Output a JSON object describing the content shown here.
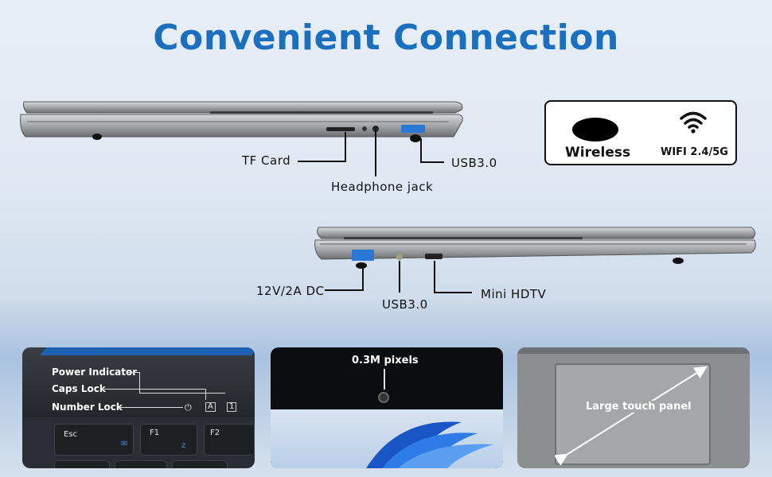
{
  "title": "Convenient Connection",
  "top_view": {
    "tf_card": "TF Card",
    "headphone": "Headphone jack",
    "usb": "USB3.0"
  },
  "bottom_view": {
    "dc": "12V/2A DC",
    "usb": "USB3.0",
    "hdtv": "Mini HDTV"
  },
  "wireless": {
    "label": "Wireless",
    "wifi": "WIFI 2.4/5G",
    "icon": "wifi-icon"
  },
  "keyboard_panel": {
    "power": "Power Indicator",
    "caps": "Caps Lock",
    "num": "Number Lock",
    "keys": [
      "Esc",
      "F1",
      "F2"
    ]
  },
  "camera_panel": {
    "label": "0.3M pixels"
  },
  "touch_panel": {
    "label": "Large touch panel"
  },
  "colors": {
    "title": "#1b6fbf",
    "usb_port": "#2a78d6"
  }
}
